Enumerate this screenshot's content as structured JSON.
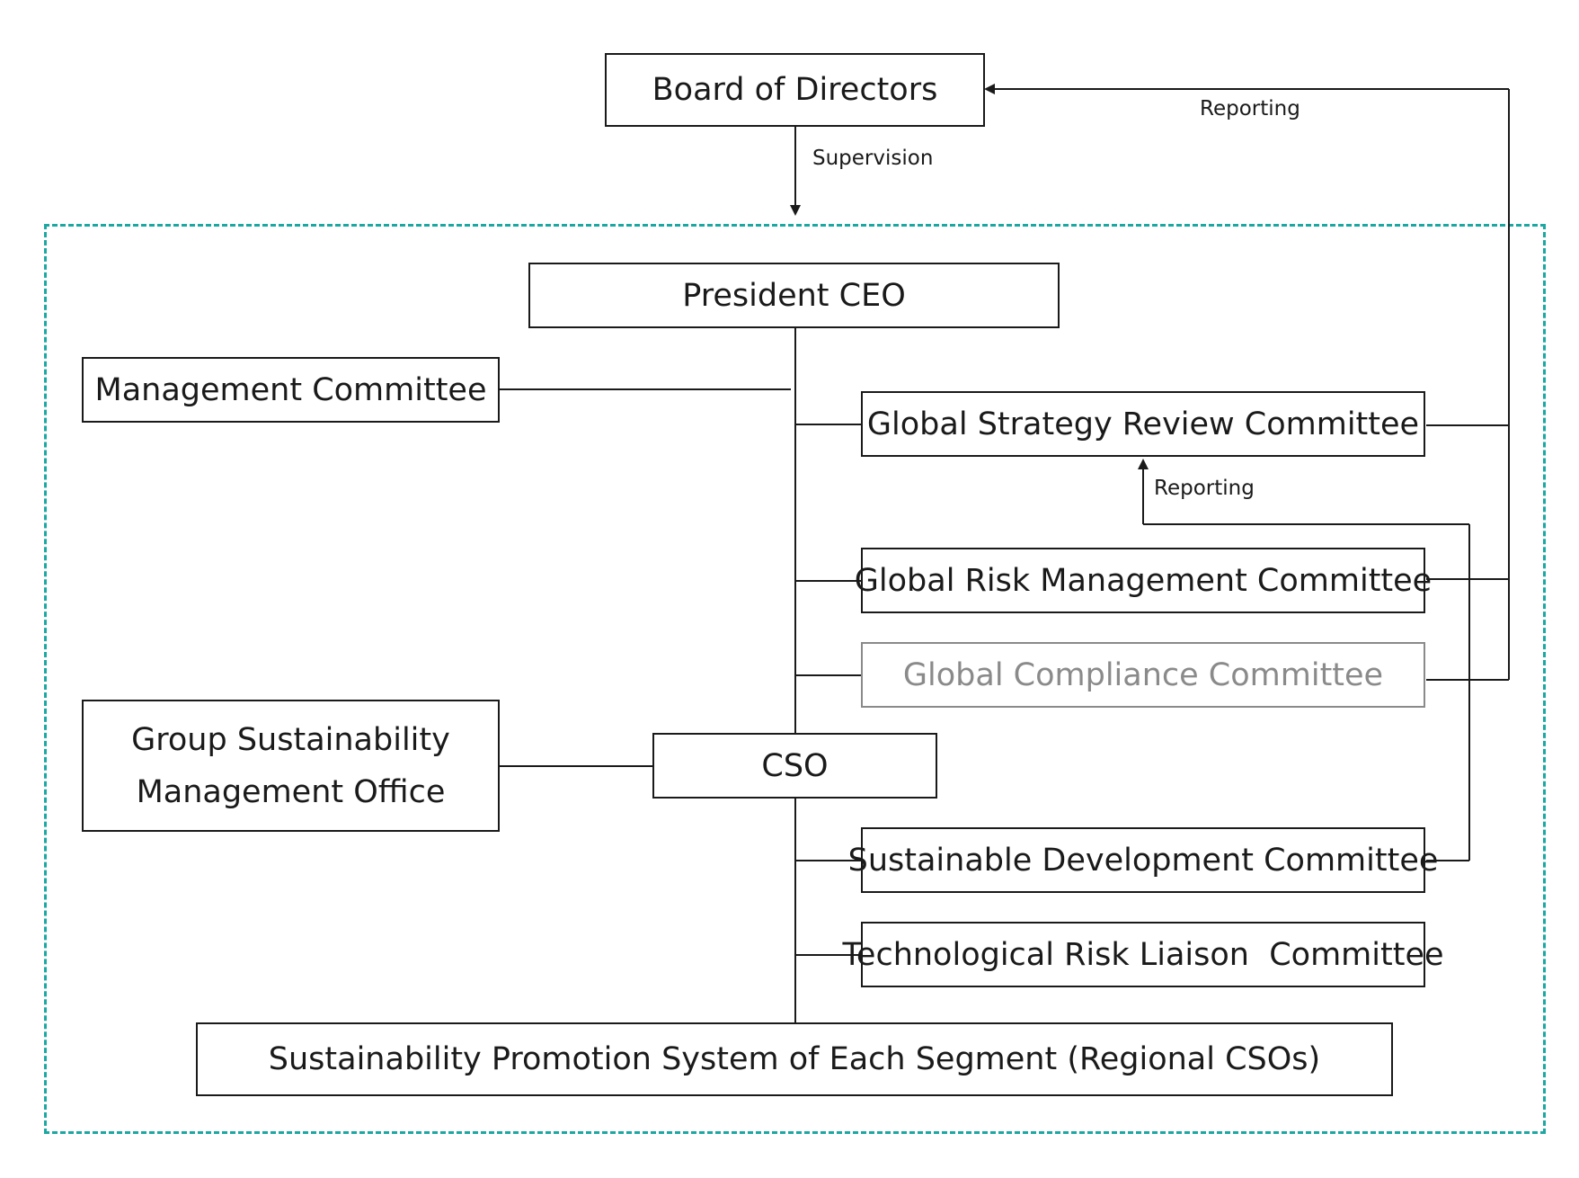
{
  "colors": {
    "line": "#1a1a1a",
    "muted": "#8a8a8a",
    "dashed_border": "#1ba8a3"
  },
  "nodes": {
    "board": "Board of Directors",
    "president": "President CEO",
    "management_committee": "Management Committee",
    "global_strategy": "Global Strategy Review Committee",
    "global_risk": "Global Risk Management Committee",
    "global_compliance": "Global Compliance Committee",
    "group_sustainability_line1": "Group Sustainability",
    "group_sustainability_line2": "Management Office",
    "cso": "CSO",
    "sustainable_development": "Sustainable Development Committee",
    "tech_risk": "Technological Risk Liaison  Committee",
    "promotion_system": "Sustainability Promotion System of Each Segment (Regional CSOs)"
  },
  "edge_labels": {
    "supervision": "Supervision",
    "reporting_top": "Reporting",
    "reporting_mid": "Reporting"
  }
}
